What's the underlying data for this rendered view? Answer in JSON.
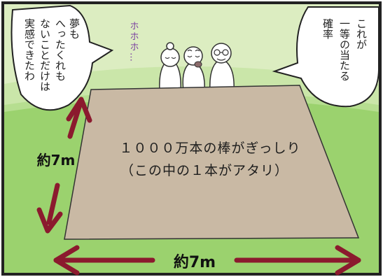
{
  "bubble_left_lines": [
    "夢も",
    "へったくれも",
    "ないことだけは",
    "実感できたわ"
  ],
  "bubble_right_lines": [
    "これが",
    "一等の当たる",
    "確率"
  ],
  "sfx_text": "ホホホ…",
  "field_text_line1": "１０００万本の棒がぎっしり",
  "field_text_line2": "（この中の１本がアタリ）",
  "side_measure": "約7m",
  "bottom_measure": "約7m",
  "colors": {
    "sky": "#dcedc1",
    "grass": "#9bd26e",
    "field": "#c9b9a4",
    "arrow": "#8b1a2e",
    "outline": "#222222"
  }
}
